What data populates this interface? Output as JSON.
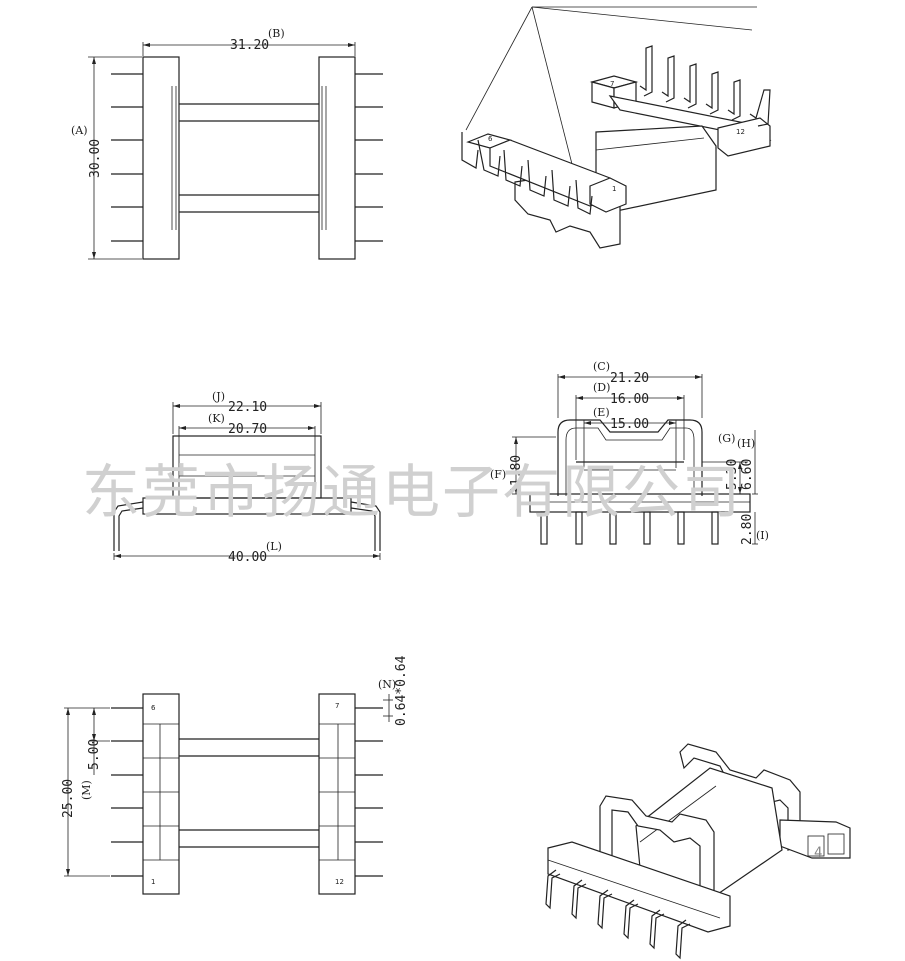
{
  "top_view": {
    "width_dim": "31.20",
    "width_tag": "(B)",
    "height_dim": "30.00",
    "height_tag": "(A)"
  },
  "front_view": {
    "dim_j": "22.10",
    "tag_j": "(J)",
    "dim_k": "20.70",
    "tag_k": "(K)",
    "dim_l": "40.00",
    "tag_l": "(L)"
  },
  "side_view": {
    "dim_c": "21.20",
    "tag_c": "(C)",
    "dim_d": "16.00",
    "tag_d": "(D)",
    "dim_e": "15.00",
    "tag_e": "(E)",
    "dim_f": "11.80",
    "tag_f": "(F)",
    "dim_g": "5.30",
    "tag_g": "(G)",
    "dim_h": "6.60",
    "tag_h": "(H)",
    "dim_i": "2.80",
    "tag_i": "(I)"
  },
  "bottom_view": {
    "pin_pitch_dim": "5.00",
    "pin_pitch_tag": "(M)",
    "span_dim": "25.00",
    "pin_size_dim": "0.64*0.64",
    "pin_size_tag": "(N)",
    "pin_labels": [
      "6",
      "7",
      "1",
      "12"
    ]
  },
  "iso_top": {
    "pin_labels": [
      "6",
      "7",
      "1",
      "12"
    ]
  },
  "iso_bottom": {
    "mark": "4"
  },
  "watermark": "东莞市扬通电子有限公司"
}
